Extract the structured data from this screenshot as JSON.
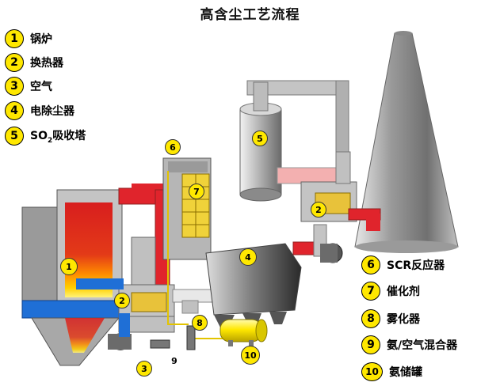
{
  "title": "高含尘工艺流程",
  "legend_left": [
    {
      "num": "1",
      "label": "锅炉"
    },
    {
      "num": "2",
      "label": "换热器"
    },
    {
      "num": "3",
      "label": "空气"
    },
    {
      "num": "4",
      "label": "电除尘器"
    },
    {
      "num": "5",
      "label_pre": "SO",
      "label_sub": "2",
      "label_post": "吸收塔"
    }
  ],
  "legend_right": [
    {
      "num": "6",
      "label": "SCR反应器"
    },
    {
      "num": "7",
      "label": "催化剂"
    },
    {
      "num": "8",
      "label": "雾化器"
    },
    {
      "num": "9",
      "label": "氨/空气混合器"
    },
    {
      "num": "10",
      "label": "氨储罐"
    }
  ],
  "markers": {
    "boiler": "1",
    "heat_exchanger_left": "2",
    "heat_exchanger_right": "2",
    "air": "3",
    "precipitator": "4",
    "absorber": "5",
    "scr_reactor": "6",
    "catalyst": "7",
    "atomizer": "8",
    "mixer": "9",
    "ammonia_tank": "10"
  },
  "colors": {
    "flue_gas": "#e0242c",
    "air_duct": "#1f6fd6",
    "marker": "#ffe800",
    "equipment": "#b8b8b8"
  }
}
